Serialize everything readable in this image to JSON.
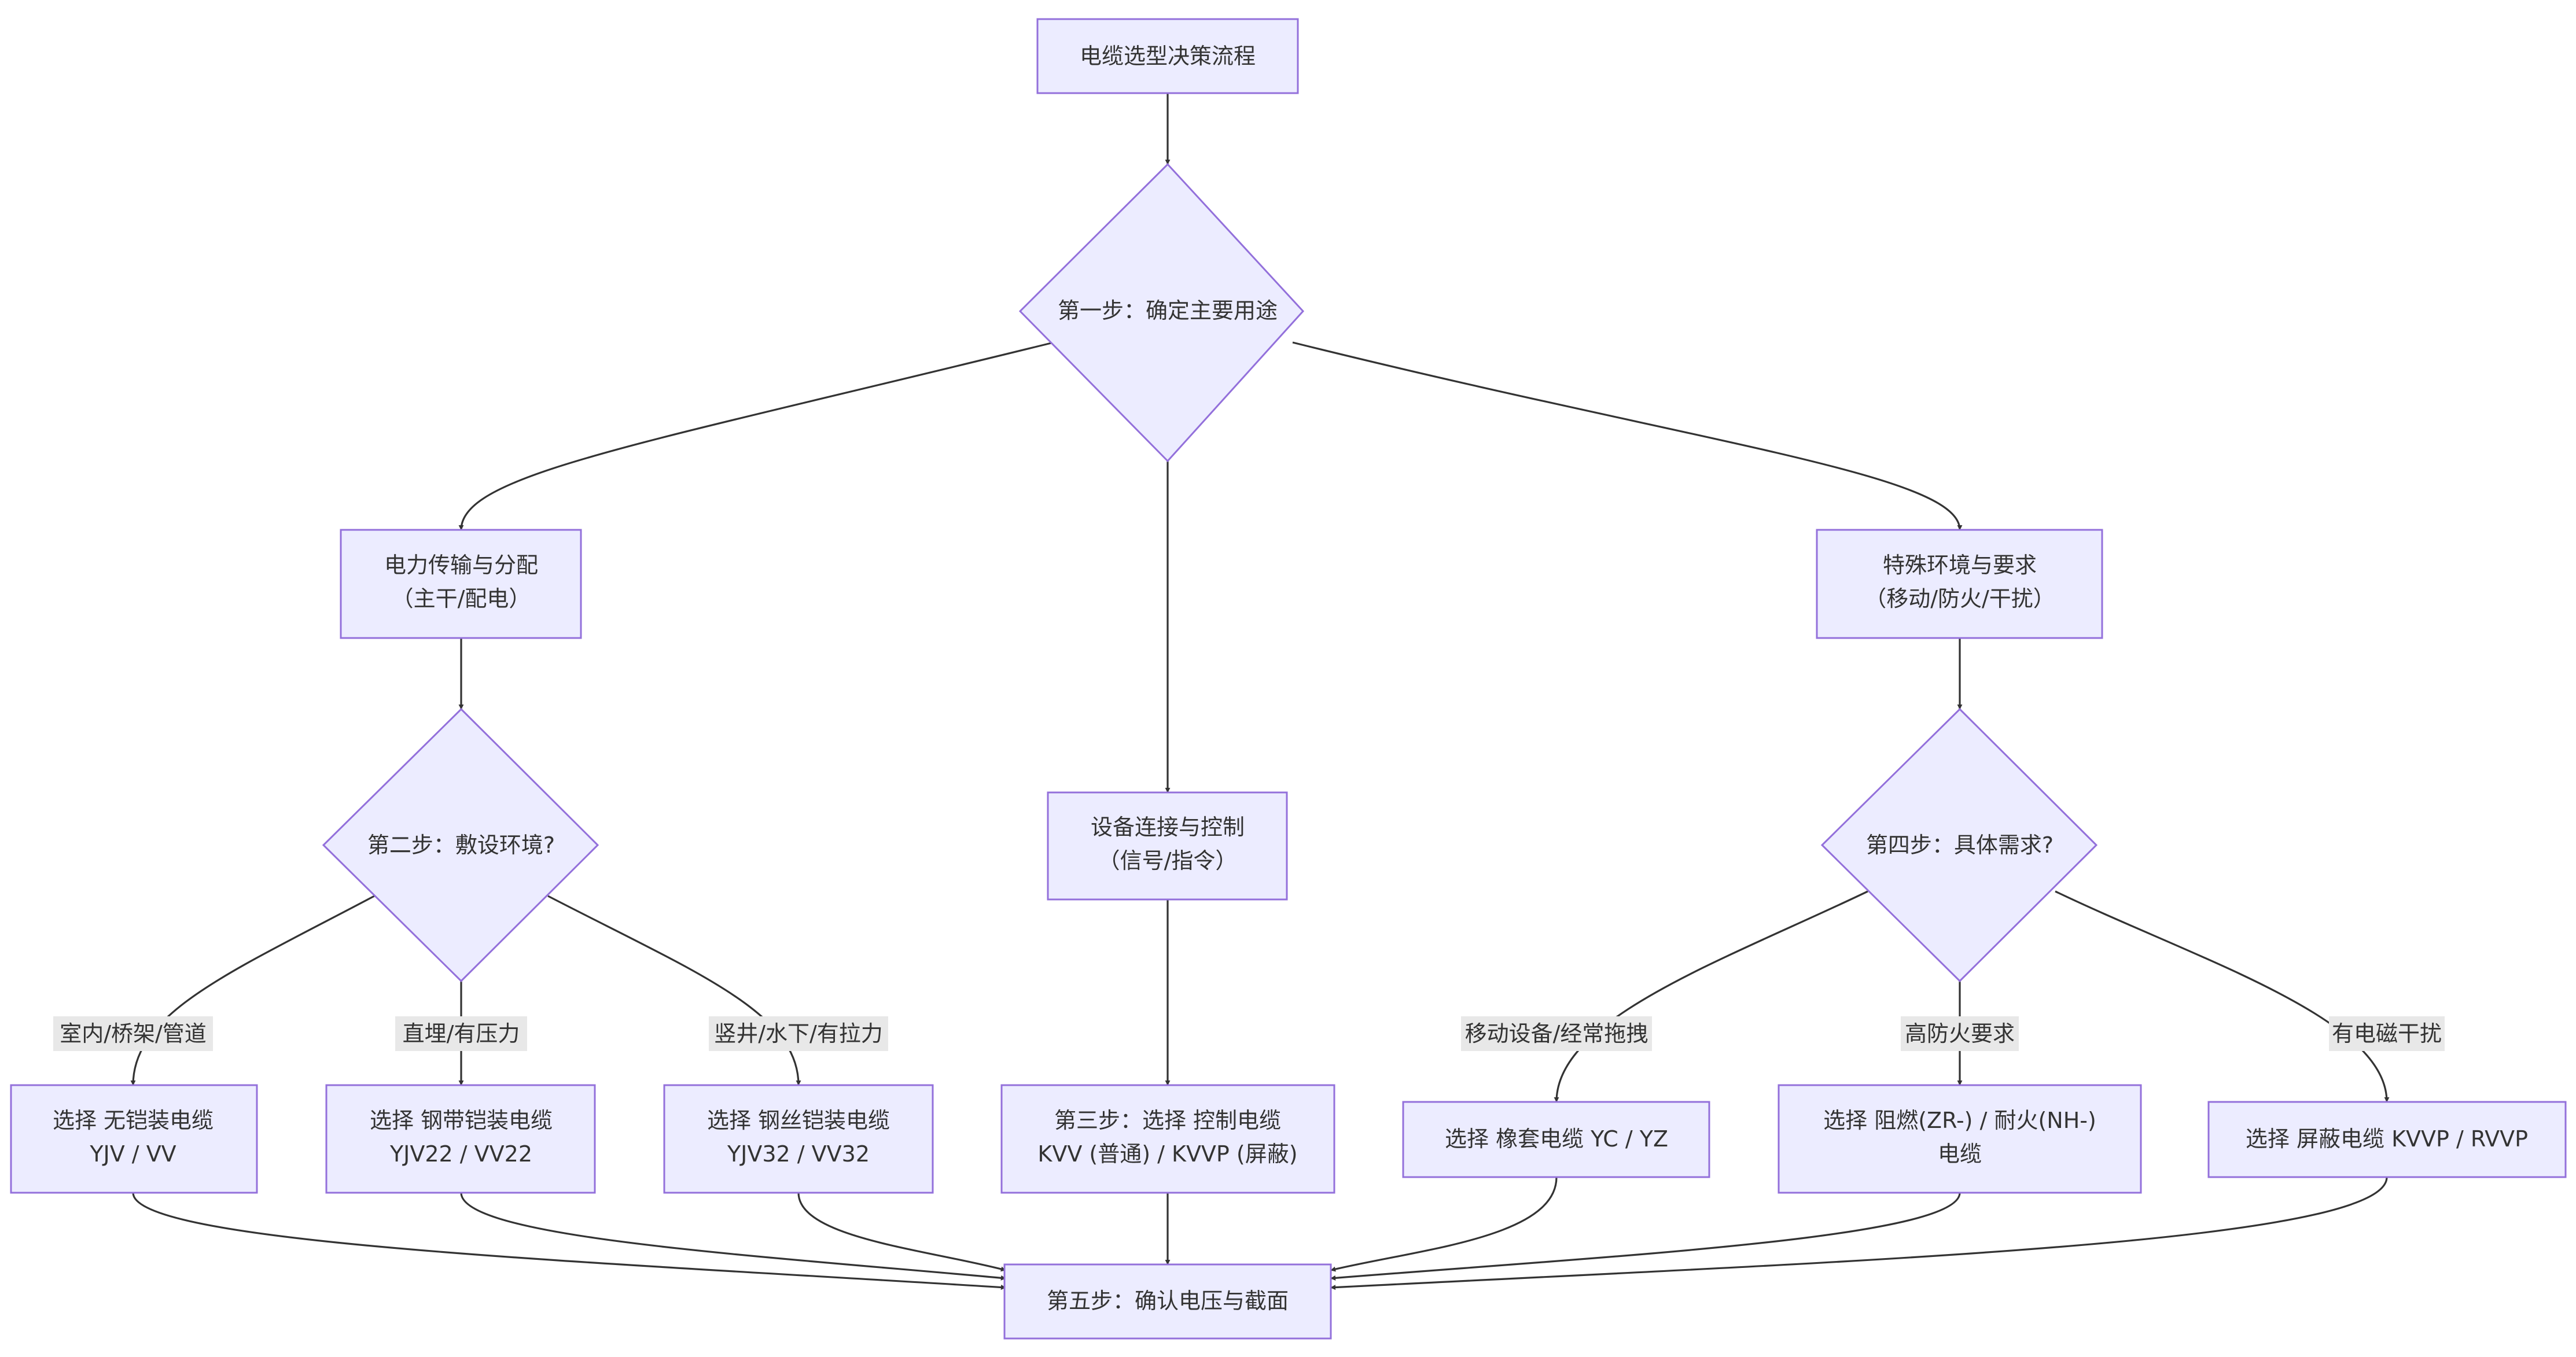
{
  "diagram": {
    "colors": {
      "node_fill": "#ECECFF",
      "node_stroke": "#9370DB",
      "edge": "#333333",
      "text": "#333333",
      "edge_label_bg": "#e8e8e8"
    },
    "nodes": {
      "start": [
        "电缆选型决策流程"
      ],
      "step1": [
        "第一步：确定主要用途"
      ],
      "power": [
        "电力传输与分配",
        "（主干/配电）"
      ],
      "device": [
        "设备连接与控制",
        "（信号/指令）"
      ],
      "special": [
        "特殊环境与要求",
        "（移动/防火/干扰）"
      ],
      "step2": [
        "第二步：敷设环境?"
      ],
      "step4": [
        "第四步：具体需求?"
      ],
      "unarmored": [
        "选择 无铠装电缆",
        "YJV / VV"
      ],
      "steeltape": [
        "选择 钢带铠装电缆",
        "YJV22 / VV22"
      ],
      "steelwire": [
        "选择 钢丝铠装电缆",
        "YJV32 / VV32"
      ],
      "control": [
        "第三步：选择 控制电缆",
        "KVV (普通) / KVVP (屏蔽)"
      ],
      "rubber": [
        "选择 橡套电缆 YC / YZ"
      ],
      "fire": [
        "选择 阻燃(ZR-) / 耐火(NH-)",
        "电缆"
      ],
      "shield": [
        "选择 屏蔽电缆 KVVP / RVVP"
      ],
      "step5": [
        "第五步：确认电压与截面"
      ]
    },
    "edge_labels": {
      "indoor": "室内/桥架/管道",
      "buried": "直埋/有压力",
      "shaft": "竖井/水下/有拉力",
      "mobile": "移动设备/经常拖拽",
      "fireproof": "高防火要求",
      "emi": "有电磁干扰"
    }
  }
}
